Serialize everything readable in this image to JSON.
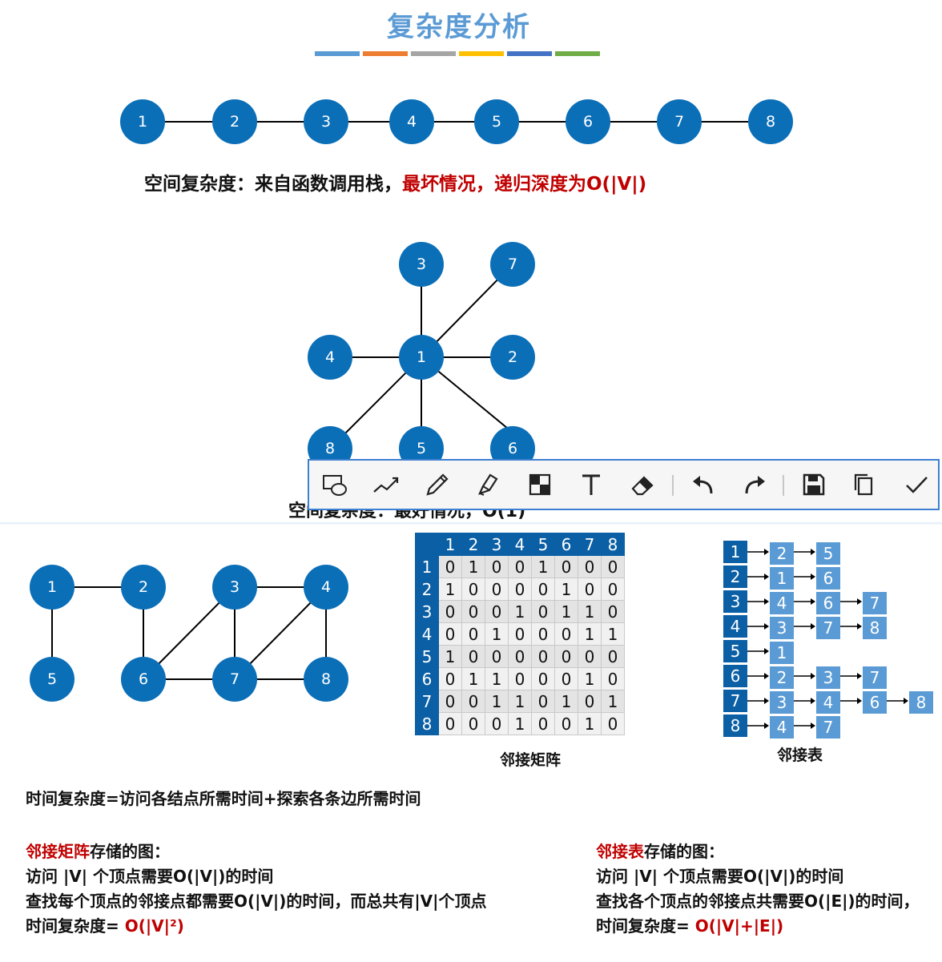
{
  "title": "复杂度分析",
  "color_bars": [
    "#5b9bd5",
    "#ed7d31",
    "#a5a5a5",
    "#ffc000",
    "#4472c4",
    "#70ad47"
  ],
  "chain_nodes": [
    "1",
    "2",
    "3",
    "4",
    "5",
    "6",
    "7",
    "8"
  ],
  "space_caption": {
    "part1": "空间复杂度：来自函数调用栈，",
    "part2": "最坏情况，递归深度为",
    "part3": "O(|V|)"
  },
  "star_nodes": {
    "center": "1",
    "top": "3",
    "top_right": "7",
    "left": "4",
    "right": "2",
    "bottom_left": "8",
    "bottom": "5",
    "bottom_right": "6"
  },
  "star_caption_partial": "空间复杂度：最好情况，O(1)",
  "toolbar": {
    "tools": [
      "shape-icon",
      "line-icon",
      "pen-icon",
      "highlighter-icon",
      "mosaic-icon",
      "text-icon",
      "eraser-icon",
      "undo-icon",
      "redo-icon",
      "save-icon",
      "copy-icon",
      "confirm-icon"
    ]
  },
  "graph_nodes": [
    "1",
    "2",
    "3",
    "4",
    "5",
    "6",
    "7",
    "8"
  ],
  "matrix": {
    "headers": [
      "1",
      "2",
      "3",
      "4",
      "5",
      "6",
      "7",
      "8"
    ],
    "rows": [
      [
        "0",
        "1",
        "0",
        "0",
        "1",
        "0",
        "0",
        "0"
      ],
      [
        "1",
        "0",
        "0",
        "0",
        "0",
        "1",
        "0",
        "0"
      ],
      [
        "0",
        "0",
        "0",
        "1",
        "0",
        "1",
        "1",
        "0"
      ],
      [
        "0",
        "0",
        "1",
        "0",
        "0",
        "0",
        "1",
        "1"
      ],
      [
        "1",
        "0",
        "0",
        "0",
        "0",
        "0",
        "0",
        "0"
      ],
      [
        "0",
        "1",
        "1",
        "0",
        "0",
        "0",
        "1",
        "0"
      ],
      [
        "0",
        "0",
        "1",
        "1",
        "0",
        "1",
        "0",
        "1"
      ],
      [
        "0",
        "0",
        "0",
        "1",
        "0",
        "0",
        "1",
        "0"
      ]
    ],
    "caption": "邻接矩阵"
  },
  "adj_list": {
    "rows": [
      {
        "head": "1",
        "items": [
          "2",
          "5"
        ]
      },
      {
        "head": "2",
        "items": [
          "1",
          "6"
        ]
      },
      {
        "head": "3",
        "items": [
          "4",
          "6",
          "7"
        ]
      },
      {
        "head": "4",
        "items": [
          "3",
          "7",
          "8"
        ]
      },
      {
        "head": "5",
        "items": [
          "1"
        ]
      },
      {
        "head": "6",
        "items": [
          "2",
          "3",
          "7"
        ]
      },
      {
        "head": "7",
        "items": [
          "3",
          "4",
          "6",
          "8"
        ]
      },
      {
        "head": "8",
        "items": [
          "4",
          "7"
        ]
      }
    ],
    "caption": "邻接表"
  },
  "time_formula": "时间复杂度=访问各结点所需时间+探索各条边所需时间",
  "matrix_section": {
    "title_red": "邻接矩阵",
    "title_rest": "存储的图：",
    "line1": "访问 |V| 个顶点需要O(|V|)的时间",
    "line2": "查找每个顶点的邻接点都需要O(|V|)的时间，而总共有|V|个顶点",
    "line3_label": "时间复杂度= ",
    "line3_value": "O(|V|²)"
  },
  "list_section": {
    "title_red": "邻接表",
    "title_rest": "存储的图：",
    "line1": "访问 |V| 个顶点需要O(|V|)的时间",
    "line2": "查找各个顶点的邻接点共需要O(|E|)的时间，",
    "line3_label": "时间复杂度= ",
    "line3_value": "O(|V|+|E|)"
  }
}
